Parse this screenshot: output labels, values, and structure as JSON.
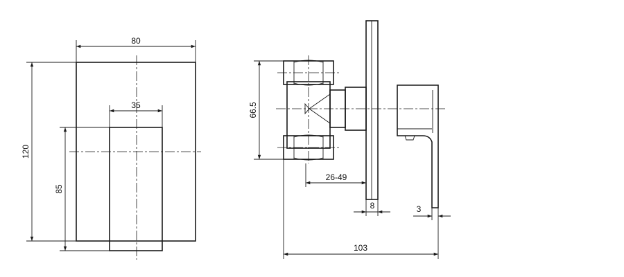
{
  "drawing": {
    "front_view": {
      "width_label": "80",
      "height_label": "120",
      "lever_width_label": "35",
      "lever_height_label": "85"
    },
    "side_view": {
      "inlet_height_label": "66.5",
      "adjust_range_label": "26-49",
      "plate_thickness_label": "8",
      "lever_thickness_label": "3",
      "depth_label": "103"
    }
  }
}
